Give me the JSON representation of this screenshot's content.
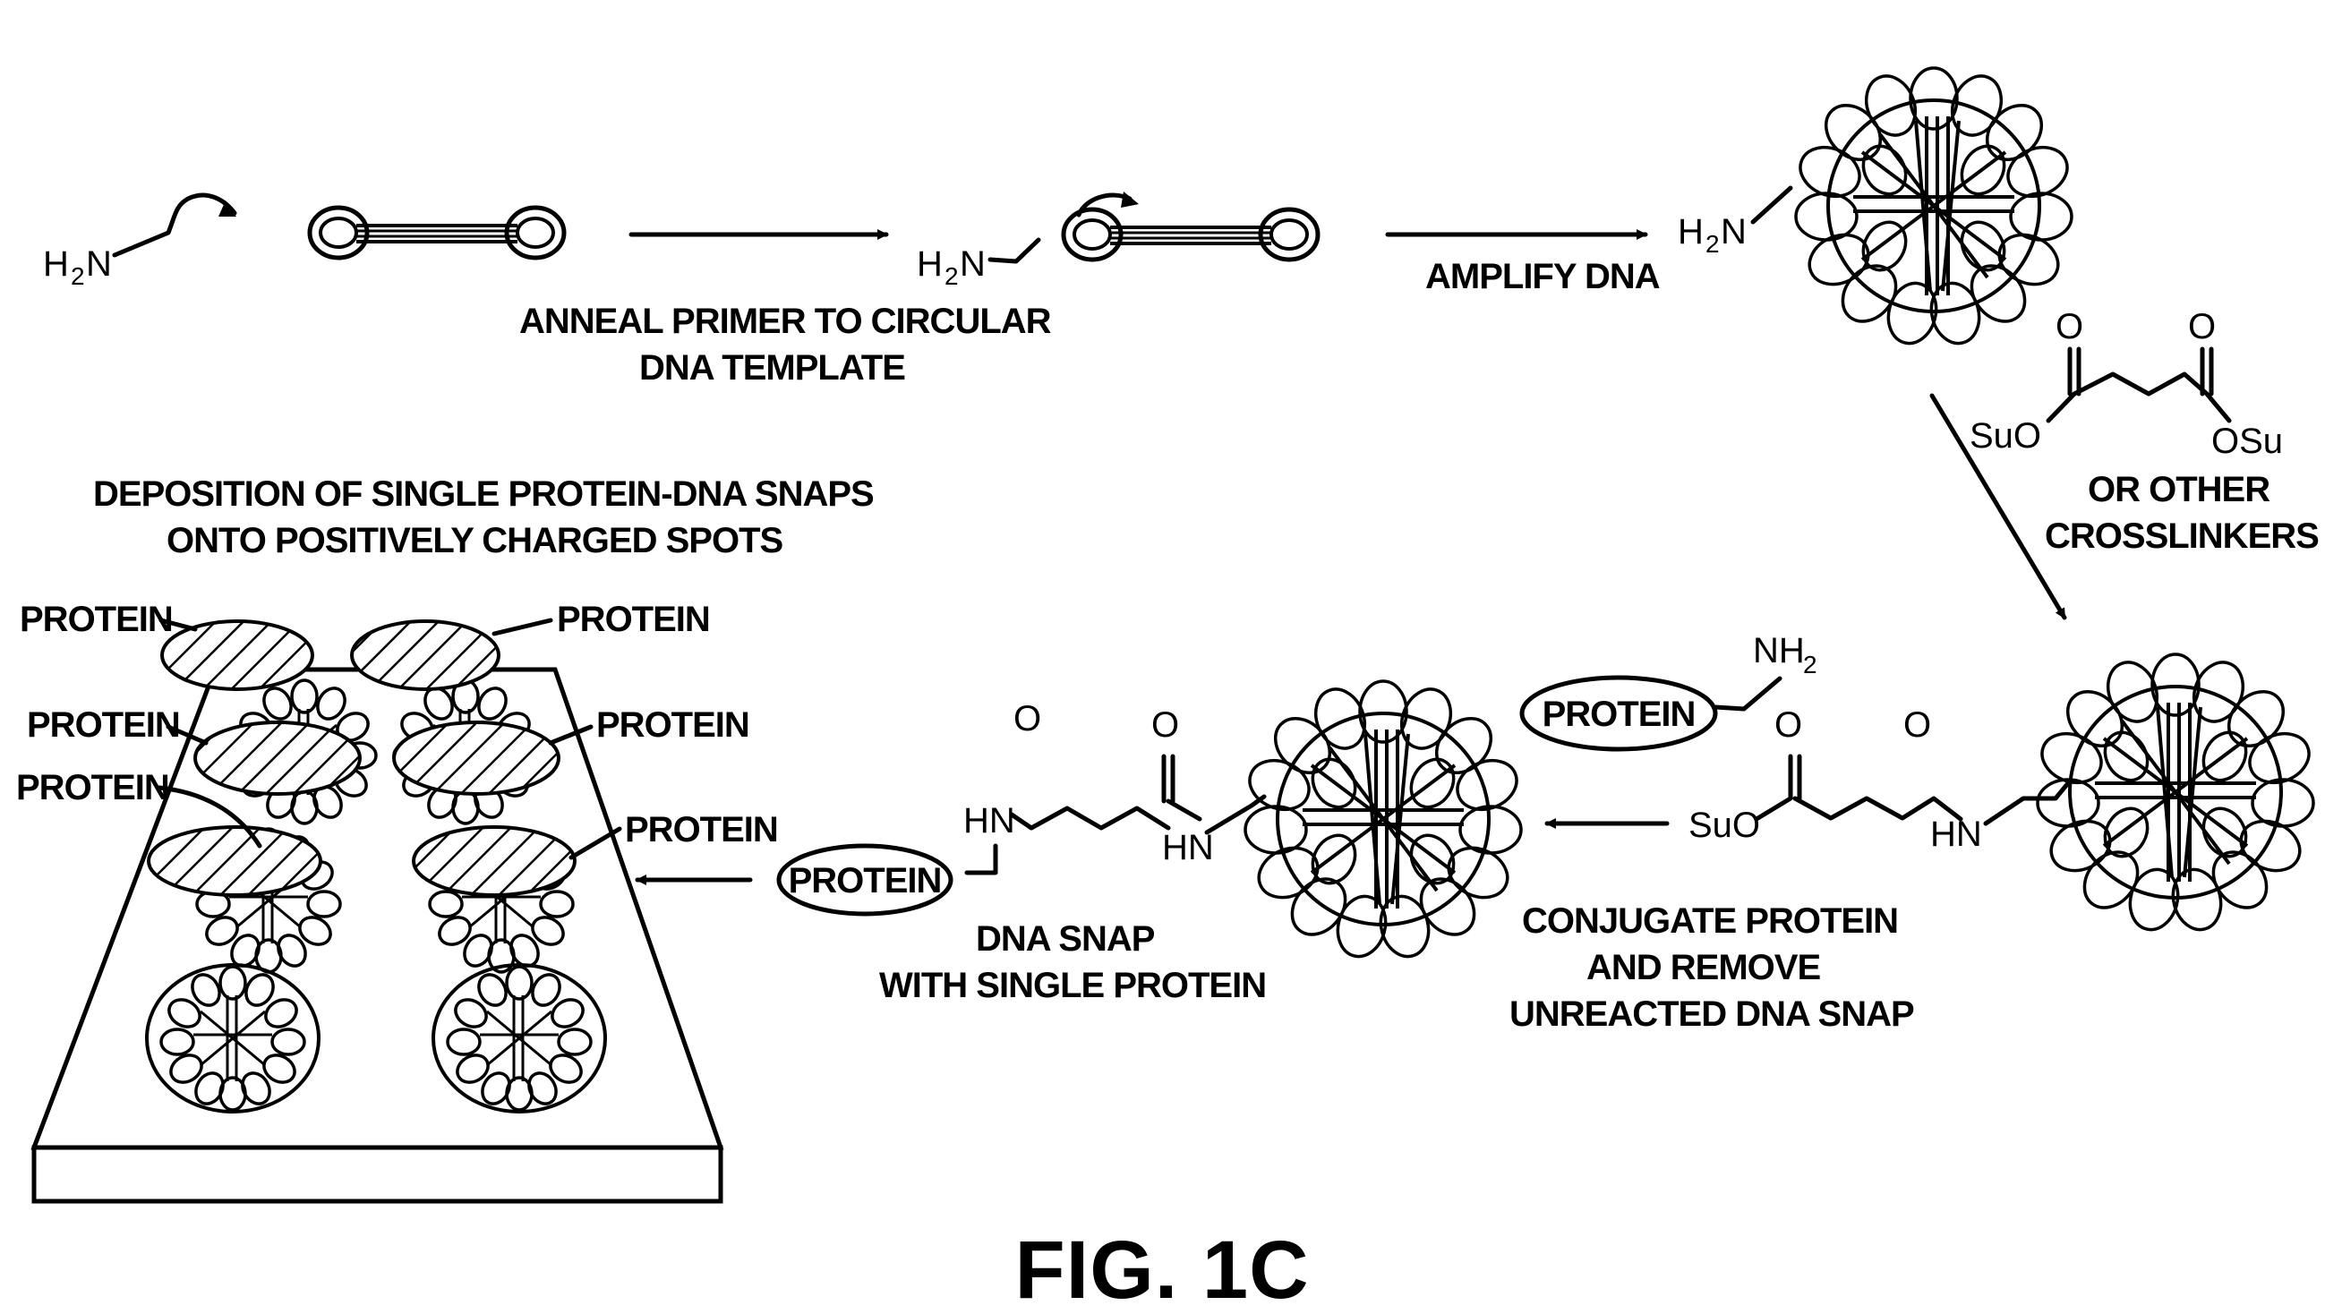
{
  "figure": {
    "caption": "FIG. 1C",
    "steps": {
      "anneal_line1": "ANNEAL PRIMER TO CIRCULAR",
      "anneal_line2": "DNA TEMPLATE",
      "amplify": "AMPLIFY DNA",
      "crosslinker_line1": "OR OTHER",
      "crosslinker_line2": "CROSSLINKERS",
      "conjugate_line1": "CONJUGATE PROTEIN",
      "conjugate_line2": "AND REMOVE",
      "conjugate_line3": "UNREACTED DNA SNAP",
      "snap_line1": "DNA SNAP",
      "snap_line2": "WITH SINGLE PROTEIN",
      "deposition_line1": "DEPOSITION OF SINGLE PROTEIN-DNA SNAPS",
      "deposition_line2": "ONTO POSITIVELY CHARGED SPOTS"
    },
    "chem": {
      "h": "H",
      "two": "2",
      "n": "N",
      "nh": "NH",
      "o": "O",
      "suo": "SuO",
      "osu": "OSu",
      "hn": "HN"
    },
    "protein_label": "PROTEIN"
  }
}
